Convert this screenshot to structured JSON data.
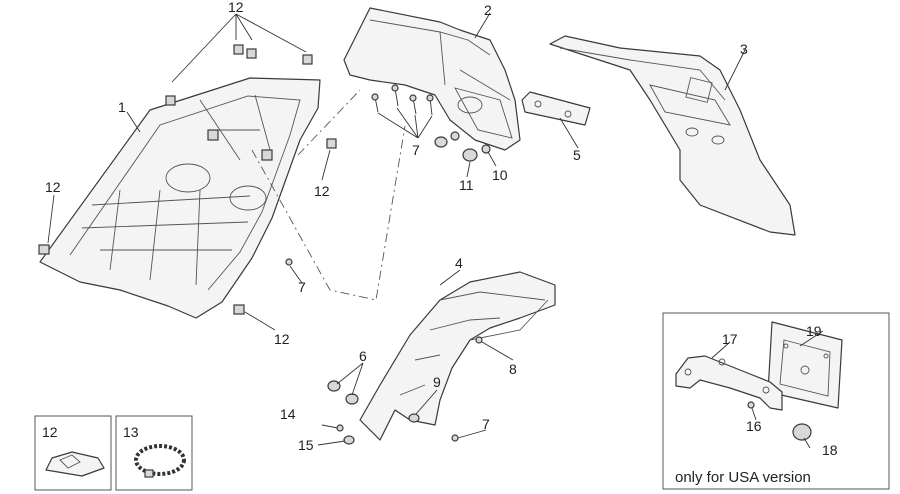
{
  "callouts": {
    "c1": "1",
    "c2": "2",
    "c3": "3",
    "c4": "4",
    "c5": "5",
    "c6": "6",
    "c7a": "7",
    "c7b": "7",
    "c7c": "7",
    "c8": "8",
    "c9": "9",
    "c10": "10",
    "c11": "11",
    "c12a": "12",
    "c12b": "12",
    "c12c": "12",
    "c12d": "12",
    "c12e": "12",
    "c13": "13",
    "c14": "14",
    "c15": "15",
    "c16": "16",
    "c17": "17",
    "c18": "18",
    "c19": "19"
  },
  "inset_boxes": {
    "box_12_label": "12",
    "box_13_label": "13"
  },
  "usa_box": {
    "note": "only for USA version"
  }
}
